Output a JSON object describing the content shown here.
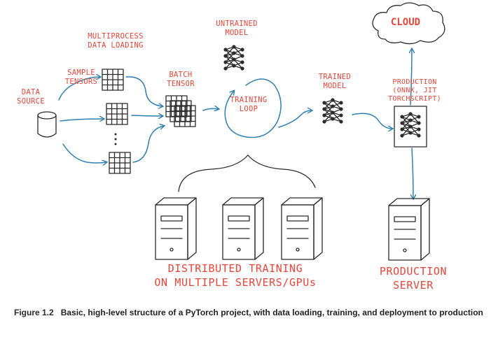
{
  "labels": {
    "data_source": "DATA\nSOURCE",
    "sample_tensors": "SAMPLE\nTENSORS",
    "multiprocess": "MULTIPROCESS\nDATA LOADING",
    "batch_tensor": "BATCH\nTENSOR",
    "untrained_model": "UNTRAINED\nMODEL",
    "training_loop": "TRAINING\nLOOP",
    "trained_model": "TRAINED\nMODEL",
    "production": "PRODUCTION\n(ONNX, JIT\nTORCHSCRIPT)",
    "cloud": "CLOUD",
    "distributed": "DISTRIBUTED TRAINING\nON MULTIPLE SERVERS/GPUs",
    "production_server": "PRODUCTION\nSERVER"
  },
  "caption": {
    "number": "Figure 1.2",
    "text": "Basic, high-level structure of a PyTorch project, with data loading, training, and deployment to production"
  },
  "colors": {
    "label_red": "#e8463a",
    "arrow_blue": "#2f7fb1",
    "ink": "#2b2b2b"
  }
}
